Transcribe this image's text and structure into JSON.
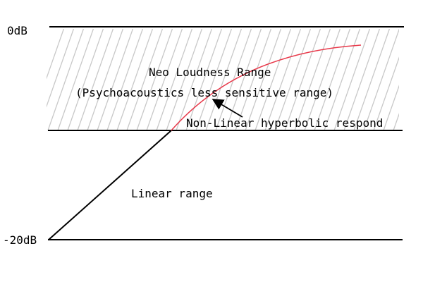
{
  "levels": {
    "top": "0dB",
    "bottom": "-20dB"
  },
  "regions": {
    "neo_title": "Neo Loudness Range",
    "neo_subtitle": "(Psychoacoustics less sensitive range)",
    "linear": "Linear range"
  },
  "annotation": {
    "nonlinear": "Non-Linear hyperbolic respond"
  },
  "colors": {
    "lines": "#000000",
    "curve": "#e8394a",
    "hatch": "#c8c8c8",
    "background": "#ffffff"
  }
}
